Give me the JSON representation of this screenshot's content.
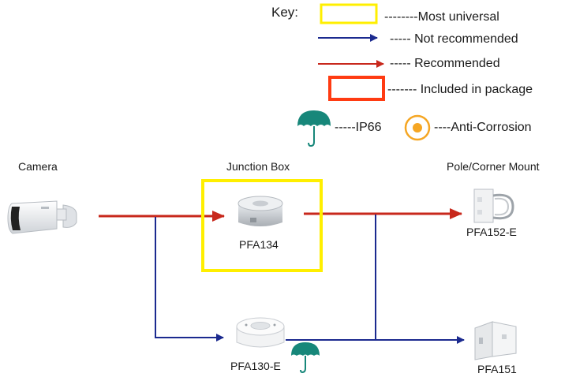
{
  "key": {
    "title": "Key:",
    "items": [
      {
        "label": "--------Most universal",
        "color": "#ffef00"
      },
      {
        "label": "----- Not recommended",
        "color": "#1b2a8f"
      },
      {
        "label": "----- Recommended",
        "color": "#c8281c"
      },
      {
        "label": "------- Included in package",
        "color": "#ff3b12"
      }
    ],
    "ip66_label": "-----IP66",
    "anticorrosion_label": "----Anti-Corrosion",
    "ip66_icon": "umbrella-icon",
    "anticorrosion_icon": "anti-corrosion-ring-icon",
    "anticorrosion_color": "#f5a623",
    "umbrella_color": "#17877a"
  },
  "columns": {
    "camera": "Camera",
    "junction_box": "Junction Box",
    "mount": "Pole/Corner Mount"
  },
  "products": {
    "pfa134": "PFA134",
    "pfa130e": "PFA130-E",
    "pfa152e": "PFA152-E",
    "pfa151": "PFA151"
  }
}
